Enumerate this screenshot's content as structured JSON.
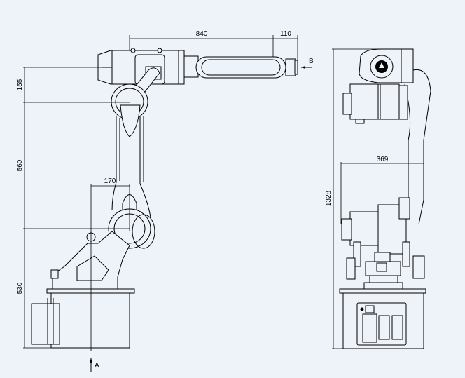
{
  "drawing": {
    "side_view": {
      "dim_reach": "840",
      "dim_wrist_offset": "110",
      "dim_forearm_offset": "155",
      "dim_upper_arm": "560",
      "dim_shoulder_offset": "170",
      "dim_base_height": "530",
      "view_marker_b": "B",
      "view_marker_a": "A"
    },
    "front_view": {
      "dim_total_height": "1328",
      "dim_width": "369"
    }
  }
}
